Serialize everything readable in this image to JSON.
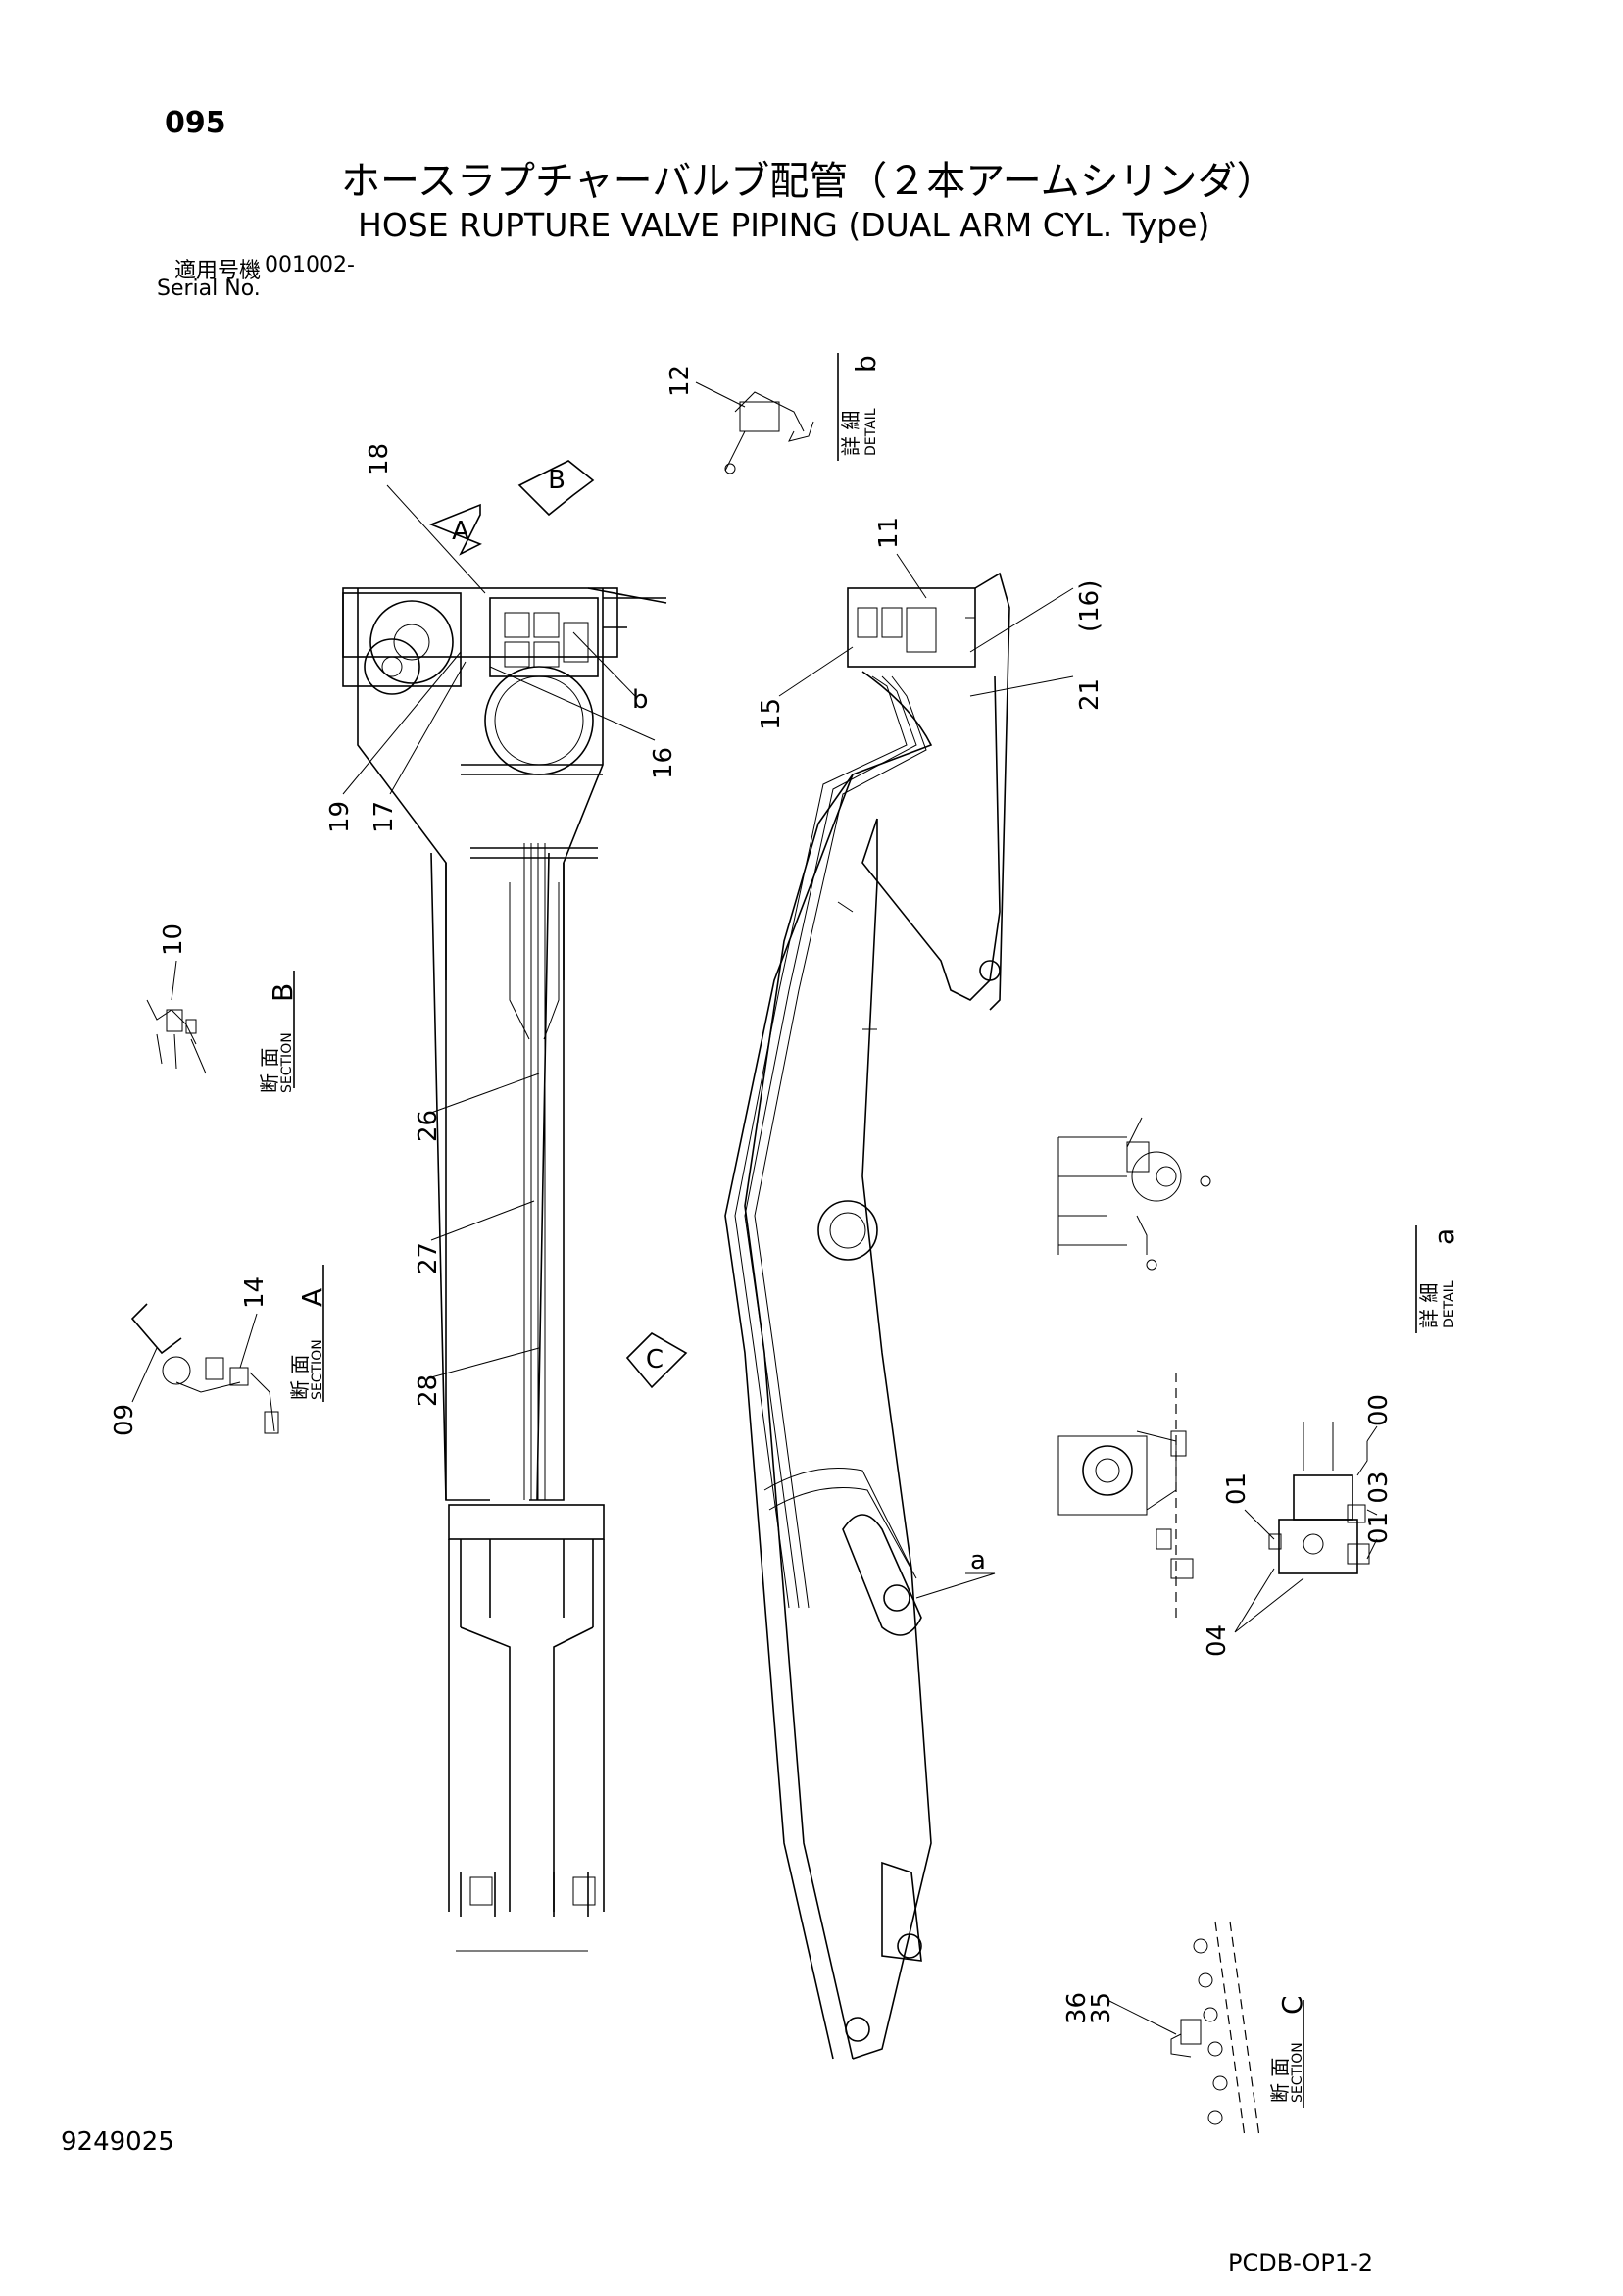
{
  "header": {
    "page_number": "095",
    "title_jp": "ホースラプチャーバルブ配管（２本アームシリンダ）",
    "title_en": "HOSE RUPTURE VALVE PIPING (DUAL ARM CYL. Type)",
    "serial_label_jp": "適用号機",
    "serial_value": "001002-",
    "serial_label_en": "Serial No."
  },
  "footer": {
    "doc_number": "9249025",
    "page_code": "PCDB-OP1-2"
  },
  "views": {
    "section_a": {
      "jp": "断 面",
      "en": "SECTION",
      "letter": "A"
    },
    "section_b": {
      "jp": "断 面",
      "en": "SECTION",
      "letter": "B"
    },
    "section_c": {
      "jp": "断 面",
      "en": "SECTION",
      "letter": "C"
    },
    "detail_a": {
      "jp": "詳 細",
      "en": "DETAIL",
      "letter": "a"
    },
    "detail_b": {
      "jp": "詳 細",
      "en": "DETAIL",
      "letter": "b"
    }
  },
  "view_markers": {
    "A": "A",
    "B": "B",
    "C": "C",
    "a": "a",
    "b": "b"
  },
  "callouts": {
    "c00": "00",
    "c01_upper": "01",
    "c01_03": "01 03",
    "c04": "04",
    "c09": "09",
    "c10": "10",
    "c11": "11",
    "c12": "12",
    "c14": "14",
    "c15": "15",
    "c16": "16",
    "c16_paren": "(16)",
    "c17": "17",
    "c18": "18",
    "c19": "19",
    "c21": "21",
    "c26": "26",
    "c27": "27",
    "c28": "28",
    "c35": "35",
    "c36": "36"
  }
}
